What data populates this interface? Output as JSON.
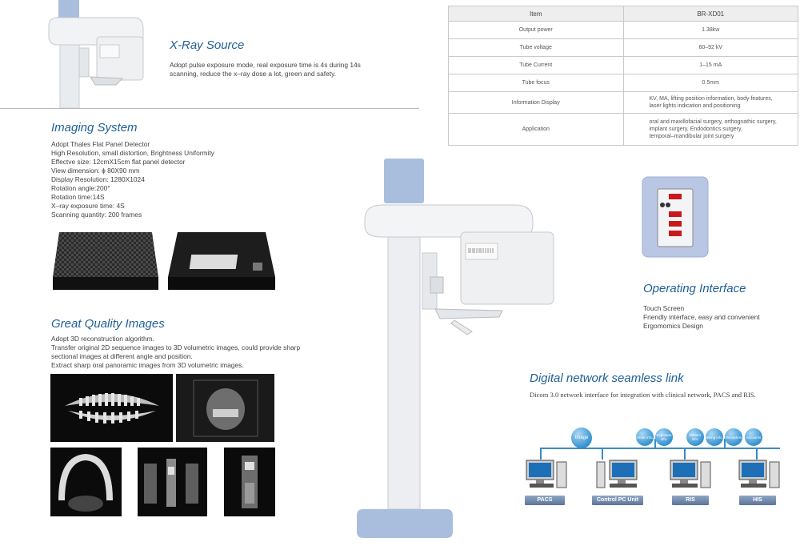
{
  "xray": {
    "title": "X-Ray Source",
    "line1": "Adopt pulse exposure mode, real exposure time is 4s during 14s",
    "line2": "scanning, reduce the x–ray dose a lot, green and safety."
  },
  "imaging": {
    "title": "Imaging System",
    "lines": [
      "Adopt Thales Flat Panel Detector",
      "High Resolution, small distortion, Brightness Uniformity",
      "Effectve size: 12cmX15cm flat panel detector",
      "View dimension: ɸ 80X90 mm",
      "Display Resolution: 1280X1024",
      "Rotation angle:200°",
      "Rotation time:14S",
      "X–ray exposure time: 4S",
      "Scanning quantity: 200 frames"
    ]
  },
  "quality": {
    "title": "Great Quality Images",
    "lines": [
      "Adopt 3D reconstruction algorithm.",
      "Transfer original 2D sequence images to 3D volumetric images, could provide sharp",
      "sectional images at different angle and position.",
      "Extract sharp oral panoramic images from 3D volumetric images."
    ]
  },
  "spec": {
    "header": [
      "Item",
      "BR-XD01"
    ],
    "rows": [
      {
        "item": "Output power",
        "value": "1.38kw"
      },
      {
        "item": "Tube voltage",
        "value": "60–92 kV"
      },
      {
        "item": "Tube Current",
        "value": "1–15 mA"
      },
      {
        "item": "Tube focus",
        "value": "0.5mm"
      },
      {
        "item": "Information Display",
        "value1": "KV, MA, lifting position information, body features,",
        "value2": "laser lights indication and positioning"
      },
      {
        "item": "Application",
        "value1": "oral and maxillofacial surgery, orthognathic surgery,",
        "value2": "implant surgery, Endodontics surgery,",
        "value3": "temporal–mandibular joint surgery"
      }
    ]
  },
  "operating": {
    "title": "Operating Interface",
    "lines": [
      "Touch Screen",
      "Friendly interface, easy and convenient",
      "Ergomomics Design"
    ]
  },
  "network": {
    "title": "Digital network seamless link",
    "desc": "Dicom 3.0 network interface for integration with clinical network, PACS and RIS.",
    "bubbles": {
      "image": "Image",
      "order": "Order info.",
      "exposure": "Exposure info.",
      "patient": "Patient info.",
      "billing": "Billing info.",
      "reception": "Reception",
      "accounts": "Accounts"
    },
    "labels": [
      "PACS",
      "Control PC Unit",
      "RIS",
      "HIS"
    ]
  },
  "colors": {
    "heading": "#1e5f96",
    "accent_blue": "#3d97d3",
    "machine_blue": "#a9bedc"
  }
}
